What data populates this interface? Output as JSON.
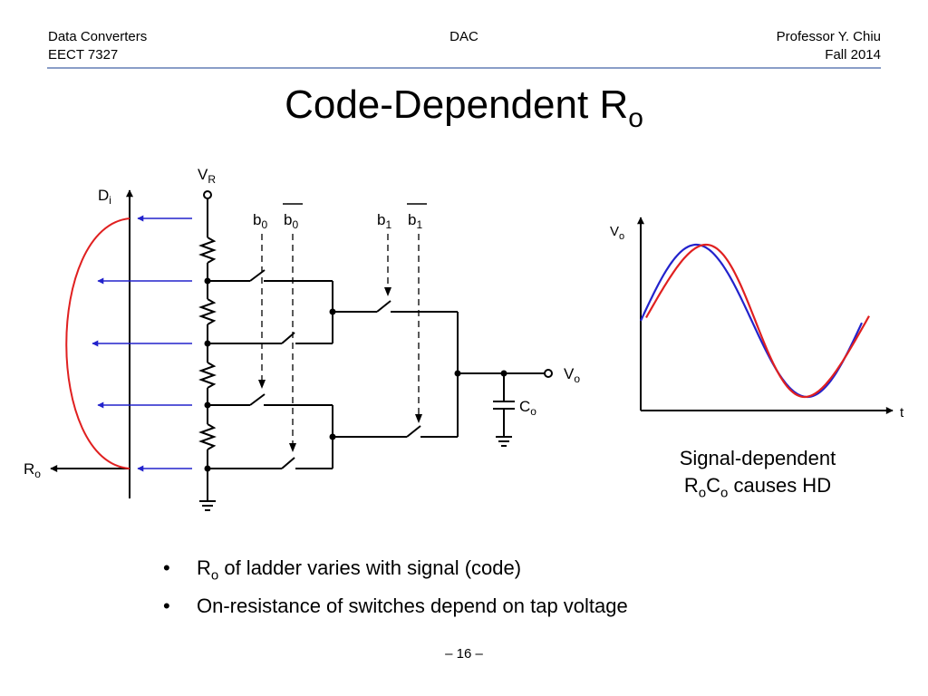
{
  "header": {
    "course": "Data Converters",
    "course_code": "EECT 7327",
    "topic": "DAC",
    "author": "Professor Y. Chiu",
    "term": "Fall 2014"
  },
  "title": {
    "main": "Code-Dependent R",
    "sub": "o"
  },
  "circuit": {
    "vr_label": "V",
    "vr_sub": "R",
    "di_label": "D",
    "di_sub": "i",
    "ro_label": "R",
    "ro_sub": "o",
    "b0_label": "b",
    "b0_sub": "0",
    "b0bar_label": "b",
    "b0bar_sub": "0",
    "b1_label": "b",
    "b1_sub": "1",
    "b1bar_label": "b",
    "b1bar_sub": "1",
    "vo_label": "V",
    "vo_sub": "o",
    "co_label": "C",
    "co_sub": "o"
  },
  "waveform": {
    "y_label": "V",
    "y_sub": "o",
    "x_label": "t",
    "colors": {
      "ideal": "#2222cc",
      "distorted": "#e02020"
    }
  },
  "caption": {
    "line1": "Signal-dependent",
    "l2_a": "R",
    "l2_a_sub": "o",
    "l2_b": "C",
    "l2_b_sub": "o",
    "l2_rest": " causes HD"
  },
  "bullets": {
    "b1_main": "R",
    "b1_sub": "o",
    "b1_rest": " of ladder varies with signal (code)",
    "b2": "On-resistance of switches depend on tap voltage",
    "marker": "•"
  },
  "page_number": "– 16 –"
}
